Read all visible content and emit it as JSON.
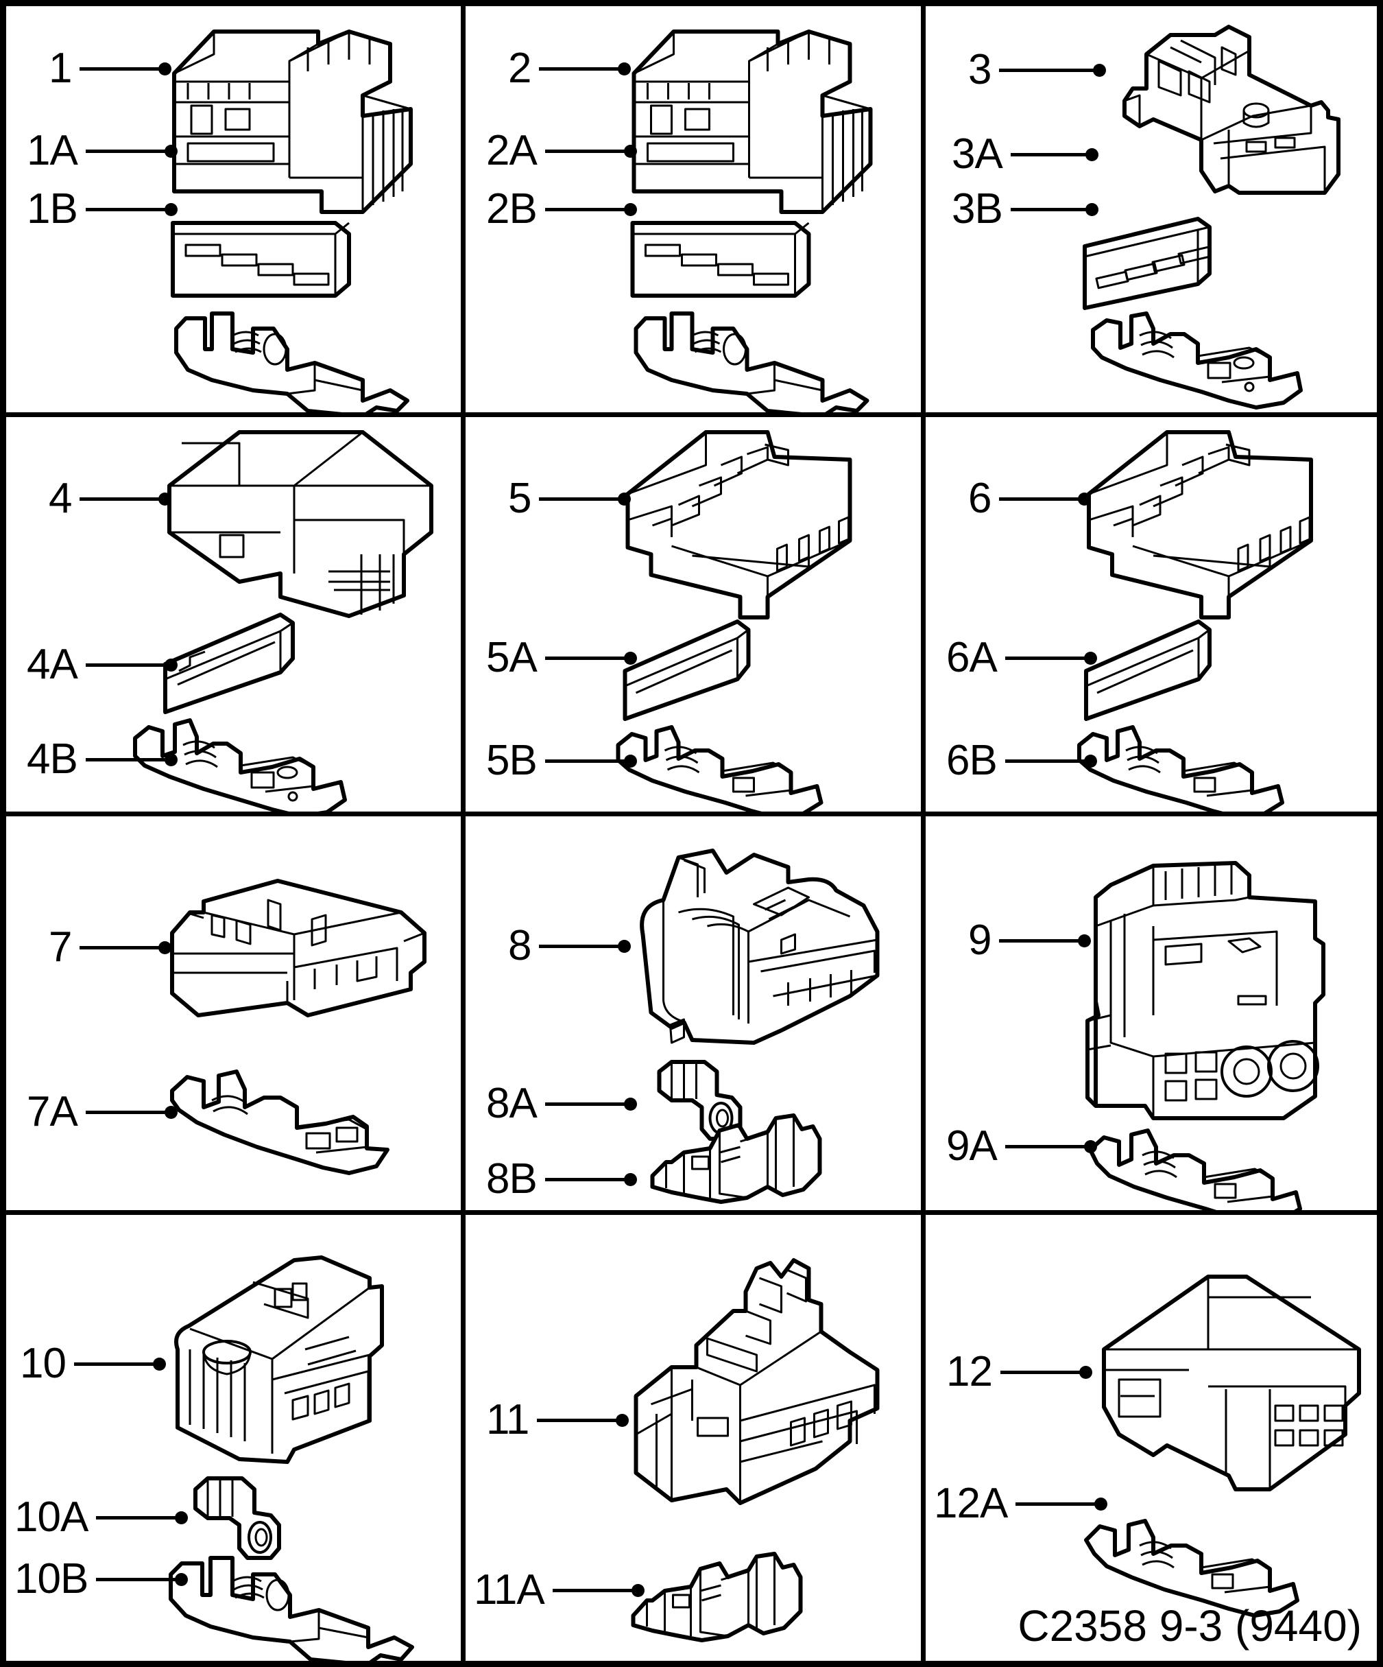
{
  "document": {
    "type": "technical-parts-diagram",
    "subject": "automotive electrical connectors exploded view",
    "caption": "C2358 9-3 (9440)",
    "line_color": "#000000",
    "background_color": "#ffffff",
    "grid": {
      "columns": 3,
      "rows": 4
    }
  },
  "cells": [
    {
      "id": "cell-1",
      "row": 1,
      "col": 1,
      "callouts": [
        {
          "label": "1",
          "part": "connector-housing-multi-way",
          "leader_length": 118
        },
        {
          "label": "1A",
          "part": "secondary-lock-wedge",
          "leader_length": 118
        },
        {
          "label": "1B",
          "part": "terminal-pin",
          "leader_length": 118
        }
      ]
    },
    {
      "id": "cell-2",
      "row": 1,
      "col": 2,
      "callouts": [
        {
          "label": "2",
          "part": "connector-housing-multi-way",
          "leader_length": 118
        },
        {
          "label": "2A",
          "part": "secondary-lock-wedge",
          "leader_length": 118
        },
        {
          "label": "2B",
          "part": "terminal-pin",
          "leader_length": 118
        }
      ]
    },
    {
      "id": "cell-3",
      "row": 1,
      "col": 3,
      "callouts": [
        {
          "label": "3",
          "part": "connector-housing-inline",
          "leader_length": 140
        },
        {
          "label": "3A",
          "part": "secondary-lock-wedge",
          "leader_length": 112
        },
        {
          "label": "3B",
          "part": "terminal-blade",
          "leader_length": 112
        }
      ]
    },
    {
      "id": "cell-4",
      "row": 2,
      "col": 1,
      "callouts": [
        {
          "label": "4",
          "part": "connector-housing-box",
          "leader_length": 118
        },
        {
          "label": "4A",
          "part": "wedge-lock",
          "leader_length": 118
        },
        {
          "label": "4B",
          "part": "terminal-receptacle",
          "leader_length": 118
        }
      ]
    },
    {
      "id": "cell-5",
      "row": 2,
      "col": 2,
      "callouts": [
        {
          "label": "5",
          "part": "connector-housing-4way",
          "leader_length": 118
        },
        {
          "label": "5A",
          "part": "wedge-lock",
          "leader_length": 118
        },
        {
          "label": "5B",
          "part": "terminal-receptacle",
          "leader_length": 118
        }
      ]
    },
    {
      "id": "cell-6",
      "row": 2,
      "col": 3,
      "callouts": [
        {
          "label": "6",
          "part": "connector-housing-4way",
          "leader_length": 118
        },
        {
          "label": "6A",
          "part": "wedge-lock",
          "leader_length": 118
        },
        {
          "label": "6B",
          "part": "terminal-receptacle",
          "leader_length": 118
        }
      ]
    },
    {
      "id": "cell-7",
      "row": 3,
      "col": 1,
      "callouts": [
        {
          "label": "7",
          "part": "connector-housing-low-profile",
          "leader_length": 118
        },
        {
          "label": "7A",
          "part": "terminal-receptacle",
          "leader_length": 118
        }
      ]
    },
    {
      "id": "cell-8",
      "row": 3,
      "col": 2,
      "callouts": [
        {
          "label": "8",
          "part": "connector-housing-sealed",
          "leader_length": 118
        },
        {
          "label": "8A",
          "part": "cable-seal-grommet",
          "leader_length": 118
        },
        {
          "label": "8B",
          "part": "terminal-sealed",
          "leader_length": 118
        }
      ]
    },
    {
      "id": "cell-9",
      "row": 3,
      "col": 3,
      "callouts": [
        {
          "label": "9",
          "part": "connector-housing-hybrid",
          "leader_length": 118
        },
        {
          "label": "9A",
          "part": "terminal-receptacle",
          "leader_length": 118
        }
      ]
    },
    {
      "id": "cell-10",
      "row": 4,
      "col": 1,
      "callouts": [
        {
          "label": "10",
          "part": "connector-housing-sealed-ribbed",
          "leader_length": 118
        },
        {
          "label": "10A",
          "part": "cable-seal-grommet",
          "leader_length": 118
        },
        {
          "label": "10B",
          "part": "terminal-pin",
          "leader_length": 118
        }
      ]
    },
    {
      "id": "cell-11",
      "row": 4,
      "col": 2,
      "callouts": [
        {
          "label": "11",
          "part": "connector-housing-latched",
          "leader_length": 118
        },
        {
          "label": "11A",
          "part": "terminal-sealed",
          "leader_length": 118
        }
      ]
    },
    {
      "id": "cell-12",
      "row": 4,
      "col": 3,
      "callouts": [
        {
          "label": "12",
          "part": "connector-housing-8way",
          "leader_length": 118
        },
        {
          "label": "12A",
          "part": "terminal-receptacle",
          "leader_length": 118
        }
      ]
    }
  ]
}
